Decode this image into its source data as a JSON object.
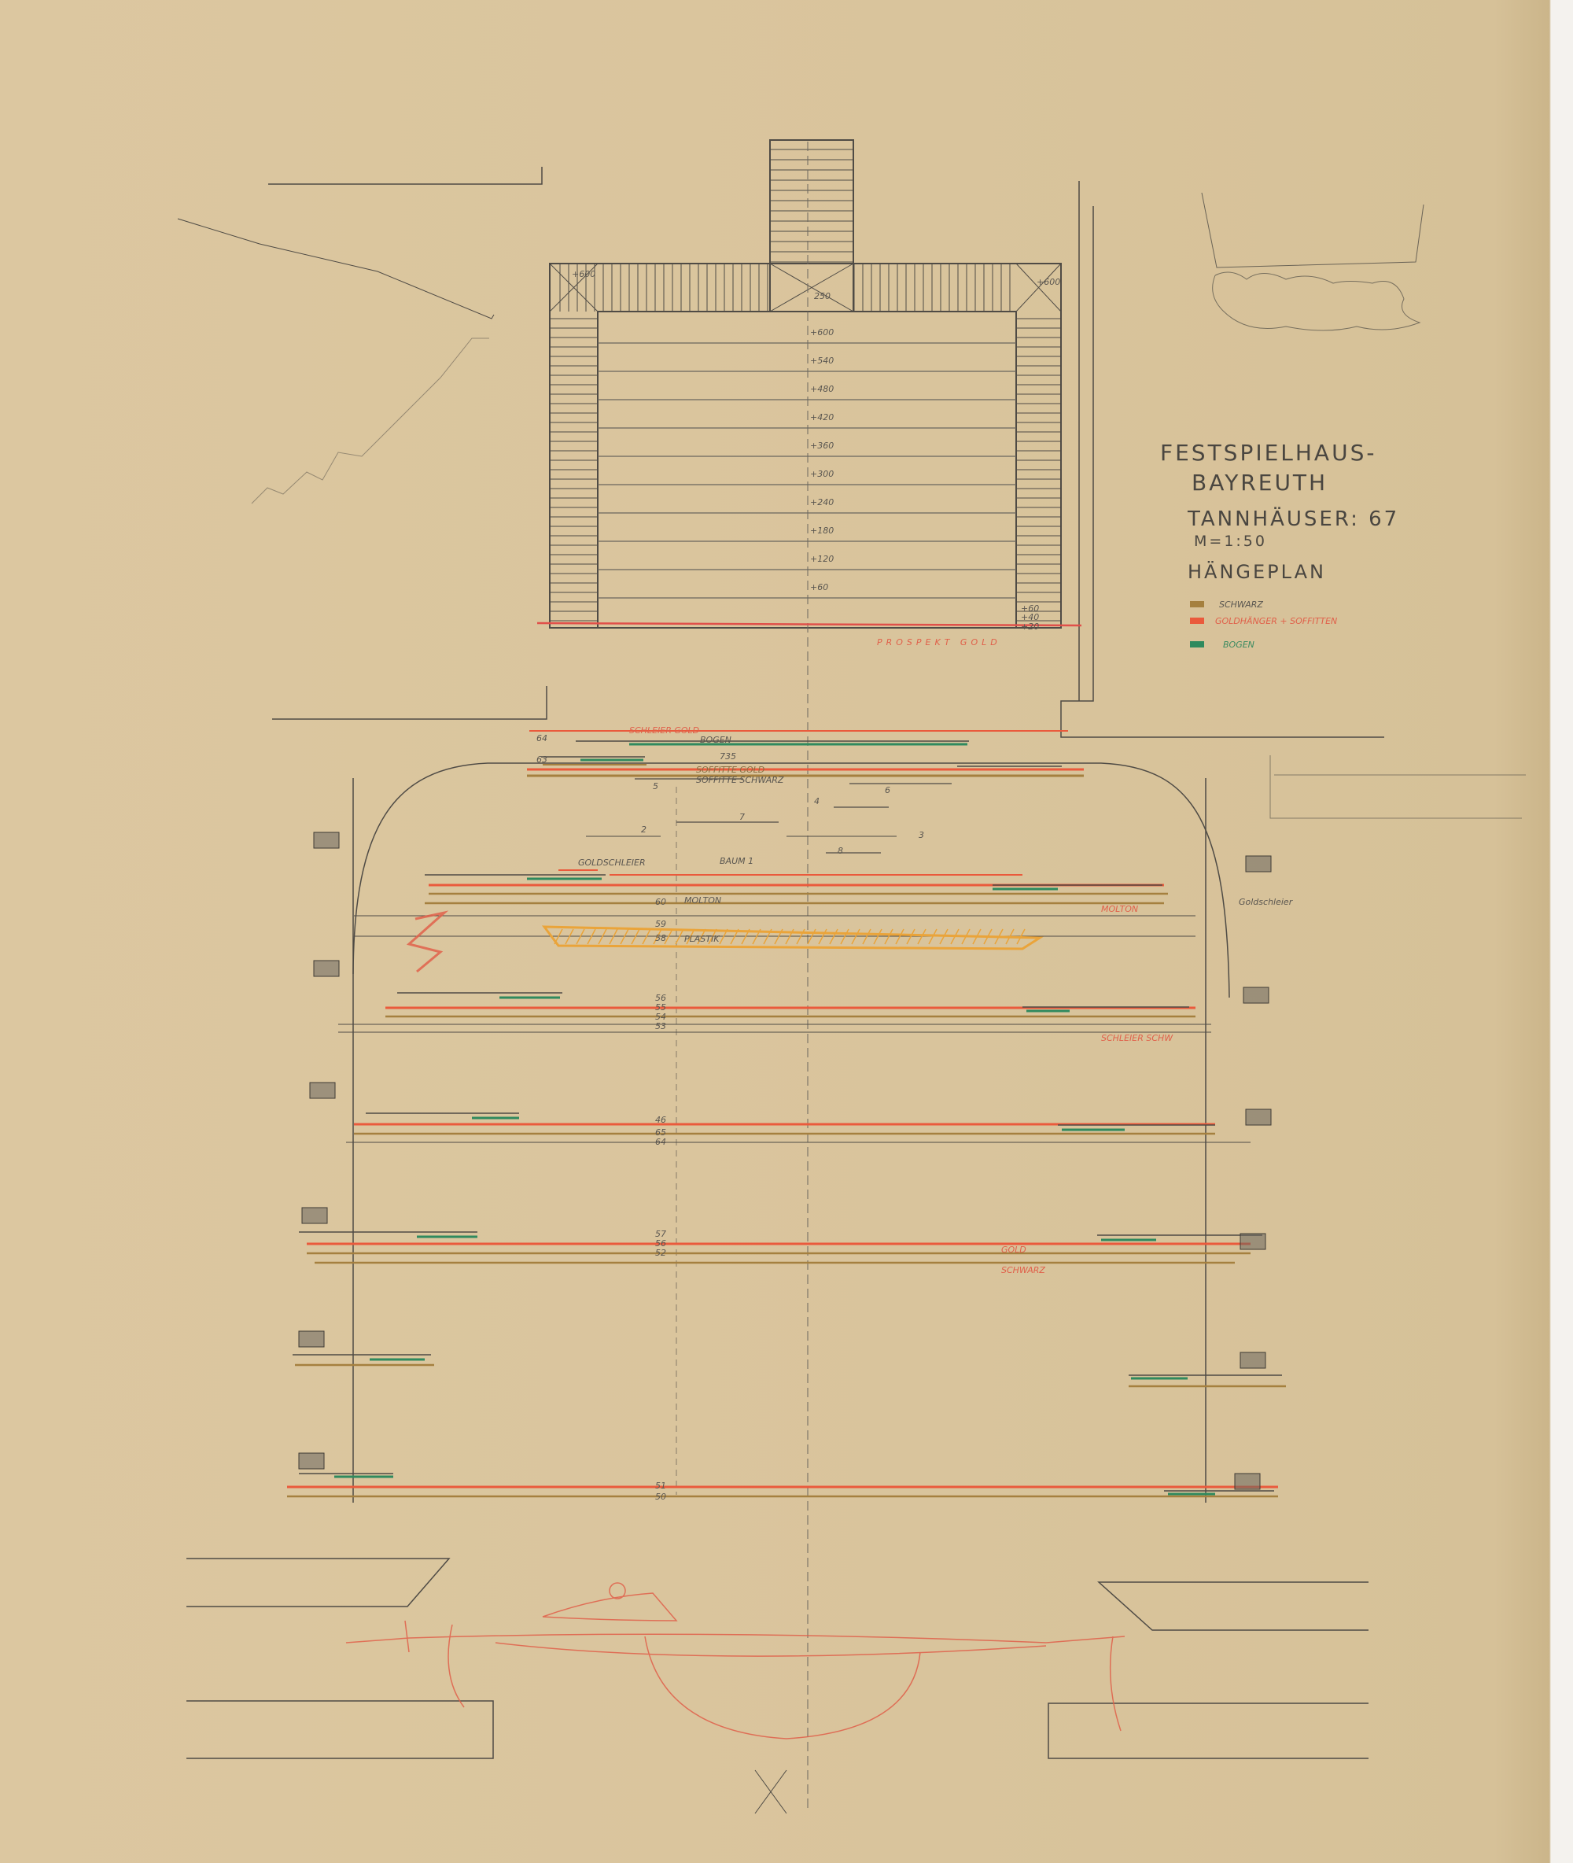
{
  "title_block": {
    "line1": "FESTSPIELHAUS-",
    "line2": "BAYREUTH",
    "production": "TANNHÄUSER: 67",
    "scale": "M=1:50",
    "plan_type": "HÄNGEPLAN"
  },
  "legend": [
    {
      "label": "SCHWARZ",
      "color": "#a5803f"
    },
    {
      "label": "GOLDHÄNGER + SOFFITTEN",
      "color": "#ea5a3c"
    },
    {
      "label": "BOGEN",
      "color": "#2f8a5e"
    }
  ],
  "stage_labels": {
    "prospekt": "PROSPEKT GOLD",
    "schleier_gold": "SCHLEIER GOLD",
    "bogen": "BOGEN",
    "bogen_width": "735",
    "soffitte_gold": "SOFFITTE GOLD",
    "soffitte_schwarz": "SOFFITTE SCHWARZ",
    "goldschleier": "GOLDSCHLEIER",
    "baum": "BAUM 1",
    "molton_center": "MOLTON",
    "molton_right": "MOLTON",
    "plastik": "PLASTIK",
    "schleier_schw": "SCHLEIER SCHW",
    "gold": "GOLD",
    "schwarz": "SCHWARZ",
    "goldschleier_note": "Goldschleier"
  },
  "piece_numbers": [
    "5",
    "6",
    "4",
    "7",
    "2",
    "3",
    "8"
  ],
  "rake_heights": [
    "+600",
    "+540",
    "+480",
    "+420",
    "+360",
    "+300",
    "+240",
    "+180",
    "+120",
    "+60"
  ],
  "corner_heights": {
    "left": "+600",
    "center": "250",
    "right": "+600"
  },
  "side_heights": [
    "+60",
    "+40",
    "+20"
  ],
  "line_numbers": [
    "64",
    "63",
    "60",
    "59",
    "58",
    "56",
    "55",
    "54",
    "53",
    "46",
    "65",
    "64",
    "57",
    "56",
    "52",
    "51",
    "50"
  ],
  "colors": {
    "paper": "#dcc7a0",
    "pencil": "#4f4b45",
    "red": "#ea5a3c",
    "brown": "#a5803f",
    "green": "#2f8a5e",
    "orange": "#eaa43a"
  }
}
